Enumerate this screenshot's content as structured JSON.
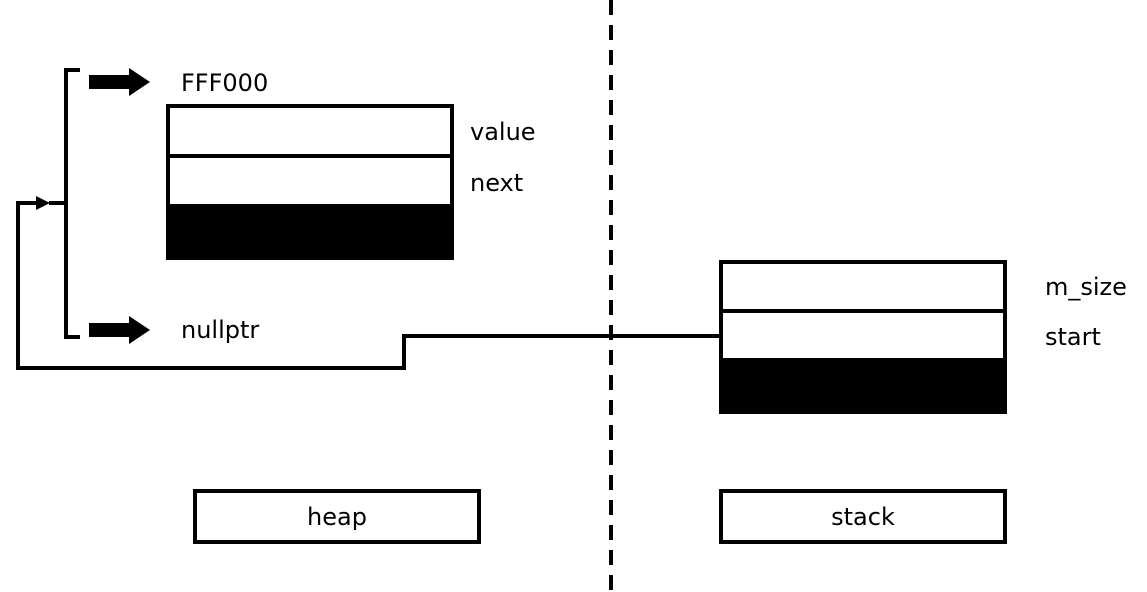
{
  "labels": {
    "heap_address": "FFF000",
    "null_pointer": "nullptr",
    "node_field_value": "value",
    "node_field_next": "next",
    "list_field_size": "m_size",
    "list_field_start": "start",
    "heap_region": "heap",
    "stack_region": "stack"
  },
  "colors": {
    "stroke": "#000000",
    "fill": "#000000",
    "background": "#ffffff"
  }
}
